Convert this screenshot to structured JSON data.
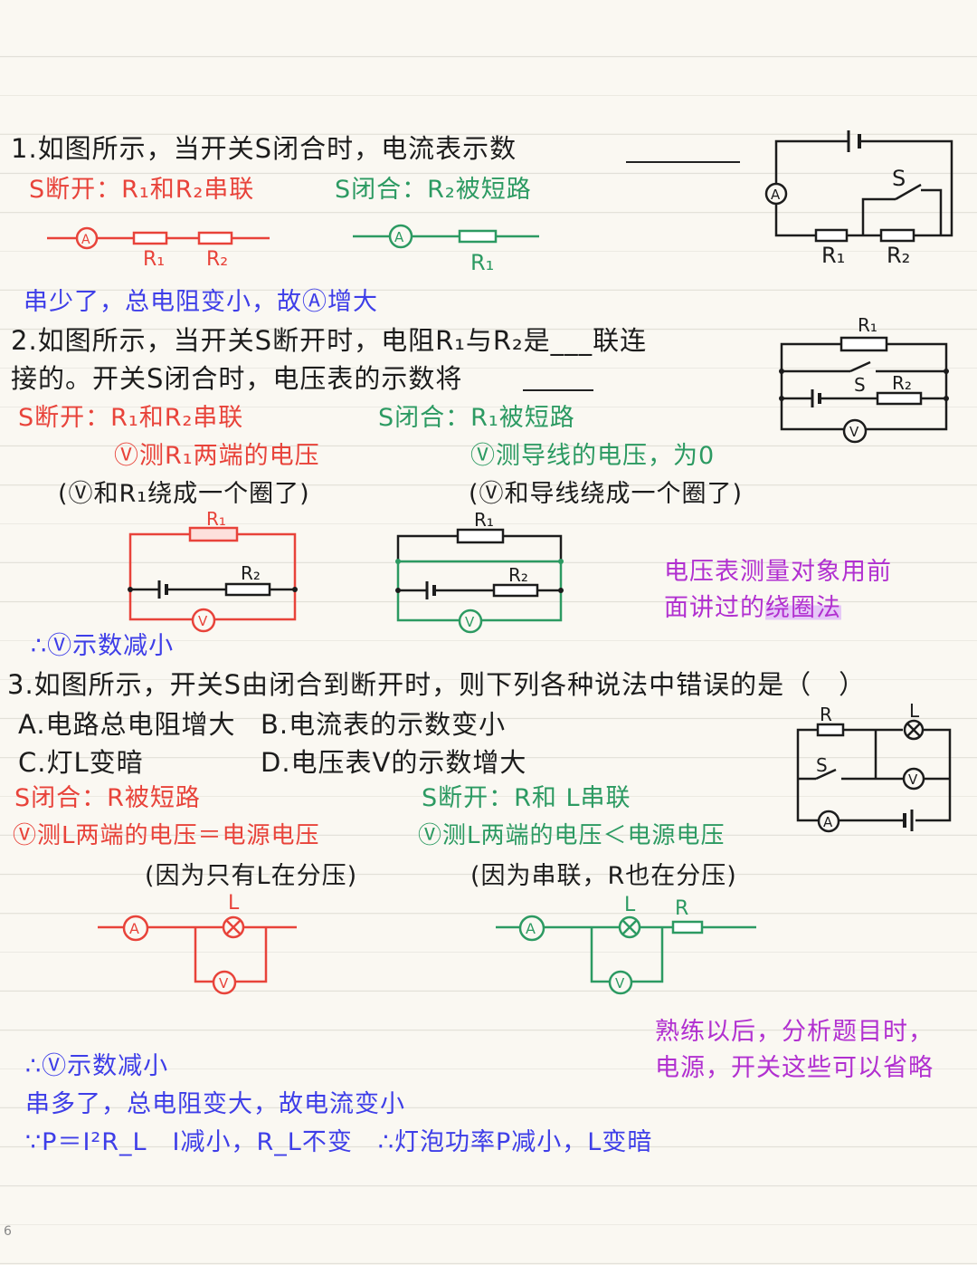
{
  "q1": {
    "question": "1.如图所示，当开关S闭合时，电流表示数",
    "open_note": "S断开：R₁和R₂串联",
    "closed_note": "S闭合：R₂被短路",
    "conclusion": "串少了，总电阻变小，故Ⓐ增大",
    "labels": {
      "ammeter": "A",
      "r1": "R₁",
      "r2": "R₂",
      "switch": "S"
    }
  },
  "q2": {
    "question_line1": "2.如图所示，当开关S断开时，电阻R₁与R₂是___联连",
    "question_line2": "接的。开关S闭合时，电压表的示数将",
    "open_note": "S断开：R₁和R₂串联",
    "closed_note": "S闭合：R₁被短路",
    "open_detail": "Ⓥ测R₁两端的电压",
    "closed_detail": "Ⓥ测导线的电压，为0",
    "open_paren": "(Ⓥ和R₁绕成一个圈了)",
    "closed_paren": "(Ⓥ和导线绕成一个圈了)",
    "side_note_line1": "电压表测量对象用前",
    "side_note_line2_a": "面讲过的",
    "side_note_line2_b": "绕圈法",
    "conclusion": "∴Ⓥ示数减小",
    "labels": {
      "voltmeter": "V",
      "r1": "R₁",
      "r2": "R₂",
      "switch": "S"
    }
  },
  "q3": {
    "question": "3.如图所示，开关S由闭合到断开时，则下列各种说法中错误的是（　）",
    "option_a": "A.电路总电阻增大",
    "option_b": "B.电流表的示数变小",
    "option_c": "C.灯L变暗",
    "option_d": "D.电压表V的示数增大",
    "closed_note": "S闭合：R被短路",
    "open_note": "S断开：R和 L串联",
    "closed_detail": "Ⓥ测L两端的电压＝电源电压",
    "open_detail": "Ⓥ测L两端的电压＜电源电压",
    "closed_paren": "(因为只有L在分压)",
    "open_paren": "(因为串联，R也在分压)",
    "side_note_line1": "熟练以后，分析题目时，",
    "side_note_line2": "电源，开关这些可以省略",
    "conclusion1": "∴Ⓥ示数减小",
    "conclusion2": "串多了，总电阻变大，故电流变小",
    "conclusion3": "∵P＝I²R_L　I减小，R_L不变　∴灯泡功率P减小，L变暗",
    "labels": {
      "ammeter": "A",
      "voltmeter": "V",
      "lamp": "L",
      "r": "R",
      "switch": "S"
    }
  },
  "page_number": "6"
}
